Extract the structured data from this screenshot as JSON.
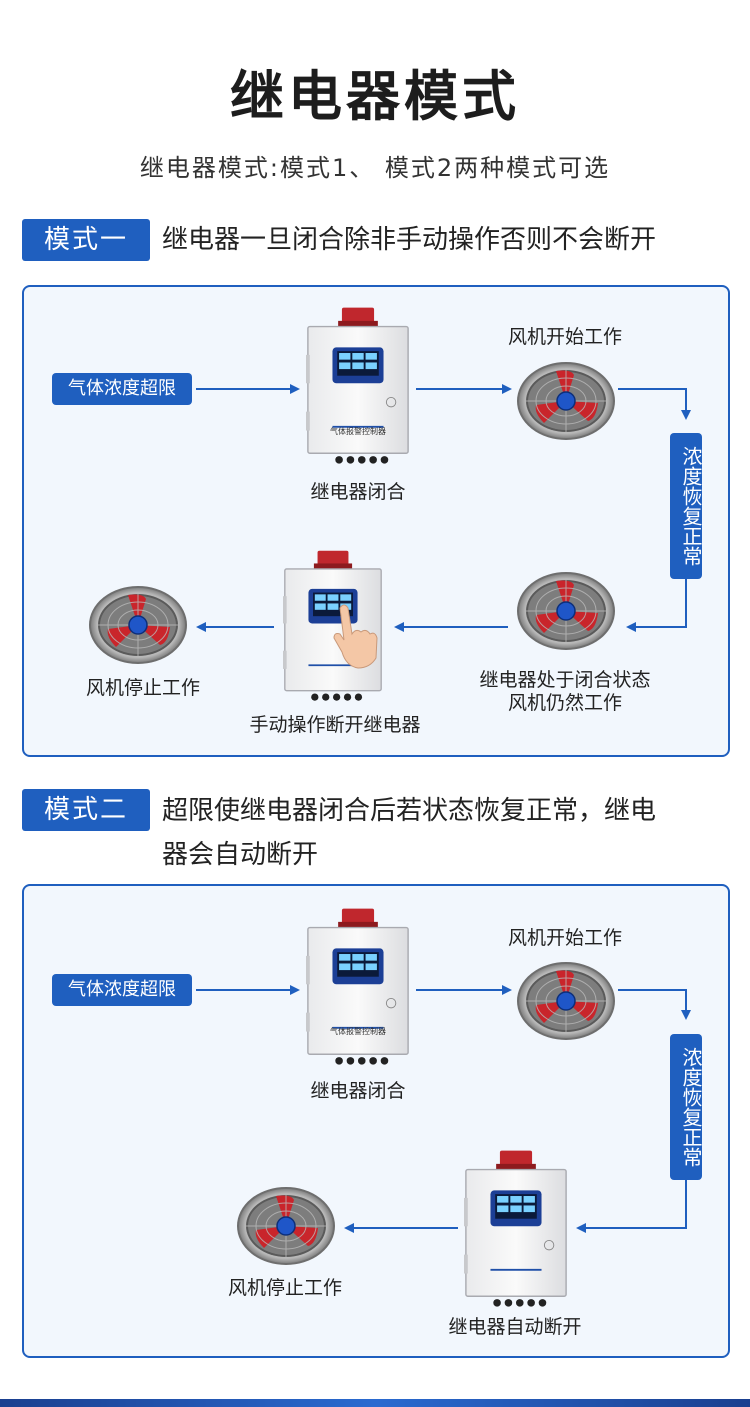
{
  "page": {
    "title": "继电器模式",
    "subtitle": "继电器模式:模式1、 模式2两种模式可选"
  },
  "mode1": {
    "tag": "模式一",
    "description": "继电器一旦闭合除非手动操作否则不会断开",
    "trigger": "气体浓度超限",
    "relay_closed": "继电器闭合",
    "fan_start": "风机开始工作",
    "recover": "浓度恢复正常",
    "relay_still_closed_line1": "继电器处于闭合状态",
    "relay_still_closed_line2": "风机仍然工作",
    "manual_open": "手动操作断开继电器",
    "fan_stop": "风机停止工作",
    "device_label": "气体报警控制器"
  },
  "mode2": {
    "tag": "模式二",
    "description_line1": "超限使继电器闭合后若状态恢复正常，继电",
    "description_line2": "器会自动断开",
    "trigger": "气体浓度超限",
    "relay_closed": "继电器闭合",
    "fan_start": "风机开始工作",
    "recover": "浓度恢复正常",
    "auto_open": "继电器自动断开",
    "fan_stop": "风机停止工作",
    "device_label": "气体报警控制器"
  },
  "colors": {
    "accent": "#1f5fbf",
    "panel_bg": "#f2f7fd",
    "alarm_light": "#c0272d"
  },
  "icons": [
    "alarm-controller-icon",
    "fan-icon",
    "hand-icon",
    "arrow-icon"
  ]
}
